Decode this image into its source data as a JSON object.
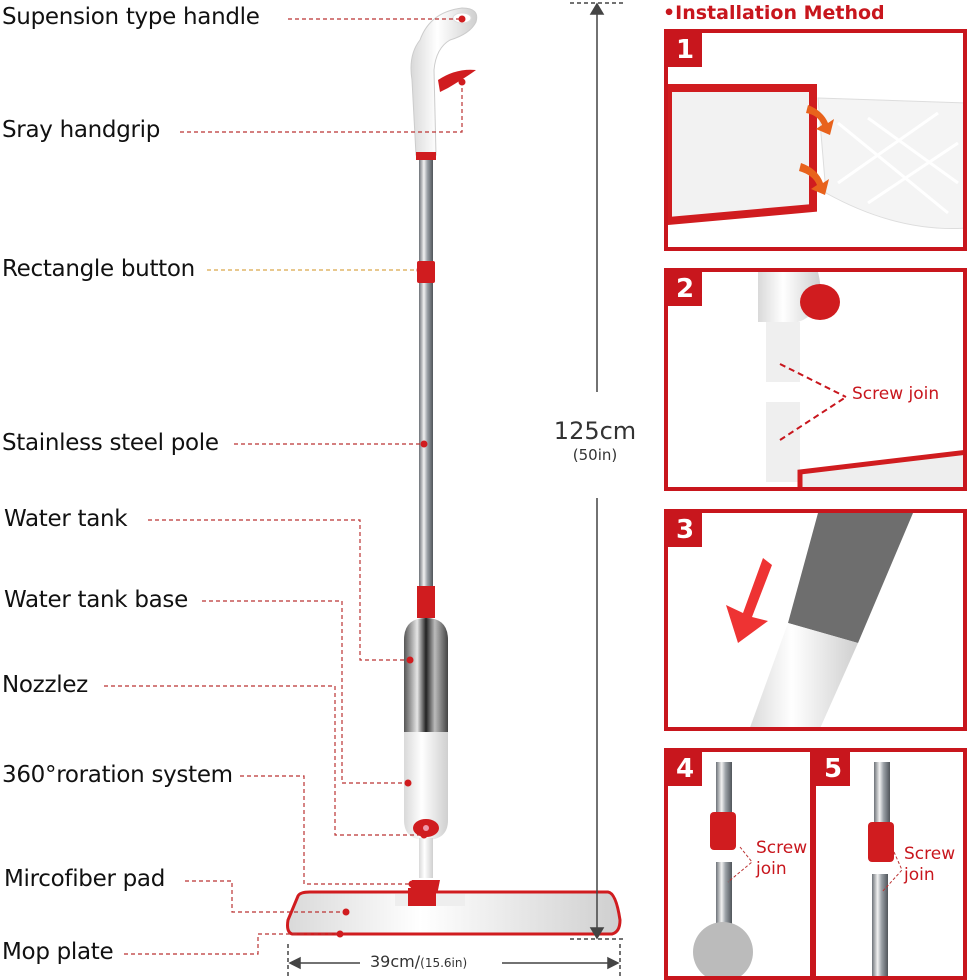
{
  "labels": {
    "handle": "Supension type handle",
    "handgrip": "Sray handgrip",
    "button": "Rectangle button",
    "pole": "Stainless steel pole",
    "tank": "Water tank",
    "tank_base": "Water tank base",
    "nozzle": "Nozzlez",
    "rotation": "360°roration system",
    "pad": "Mircofiber pad",
    "plate": "Mop plate"
  },
  "dimensions": {
    "height_cm": "125cm",
    "height_in": "(50in)",
    "width_cm": "39cm/",
    "width_in": "(15.6in)"
  },
  "installation": {
    "title": "Installation Method",
    "steps": [
      {
        "number": "1"
      },
      {
        "number": "2",
        "note": "Screw join"
      },
      {
        "number": "3"
      },
      {
        "number": "4",
        "note_line1": "Screw",
        "note_line2": "join"
      },
      {
        "number": "5",
        "note_line1": "Screw",
        "note_line2": "join"
      }
    ]
  },
  "colors": {
    "accent": "#c8161d",
    "leader": "#c0392b",
    "steel": "#9aa0a6"
  }
}
